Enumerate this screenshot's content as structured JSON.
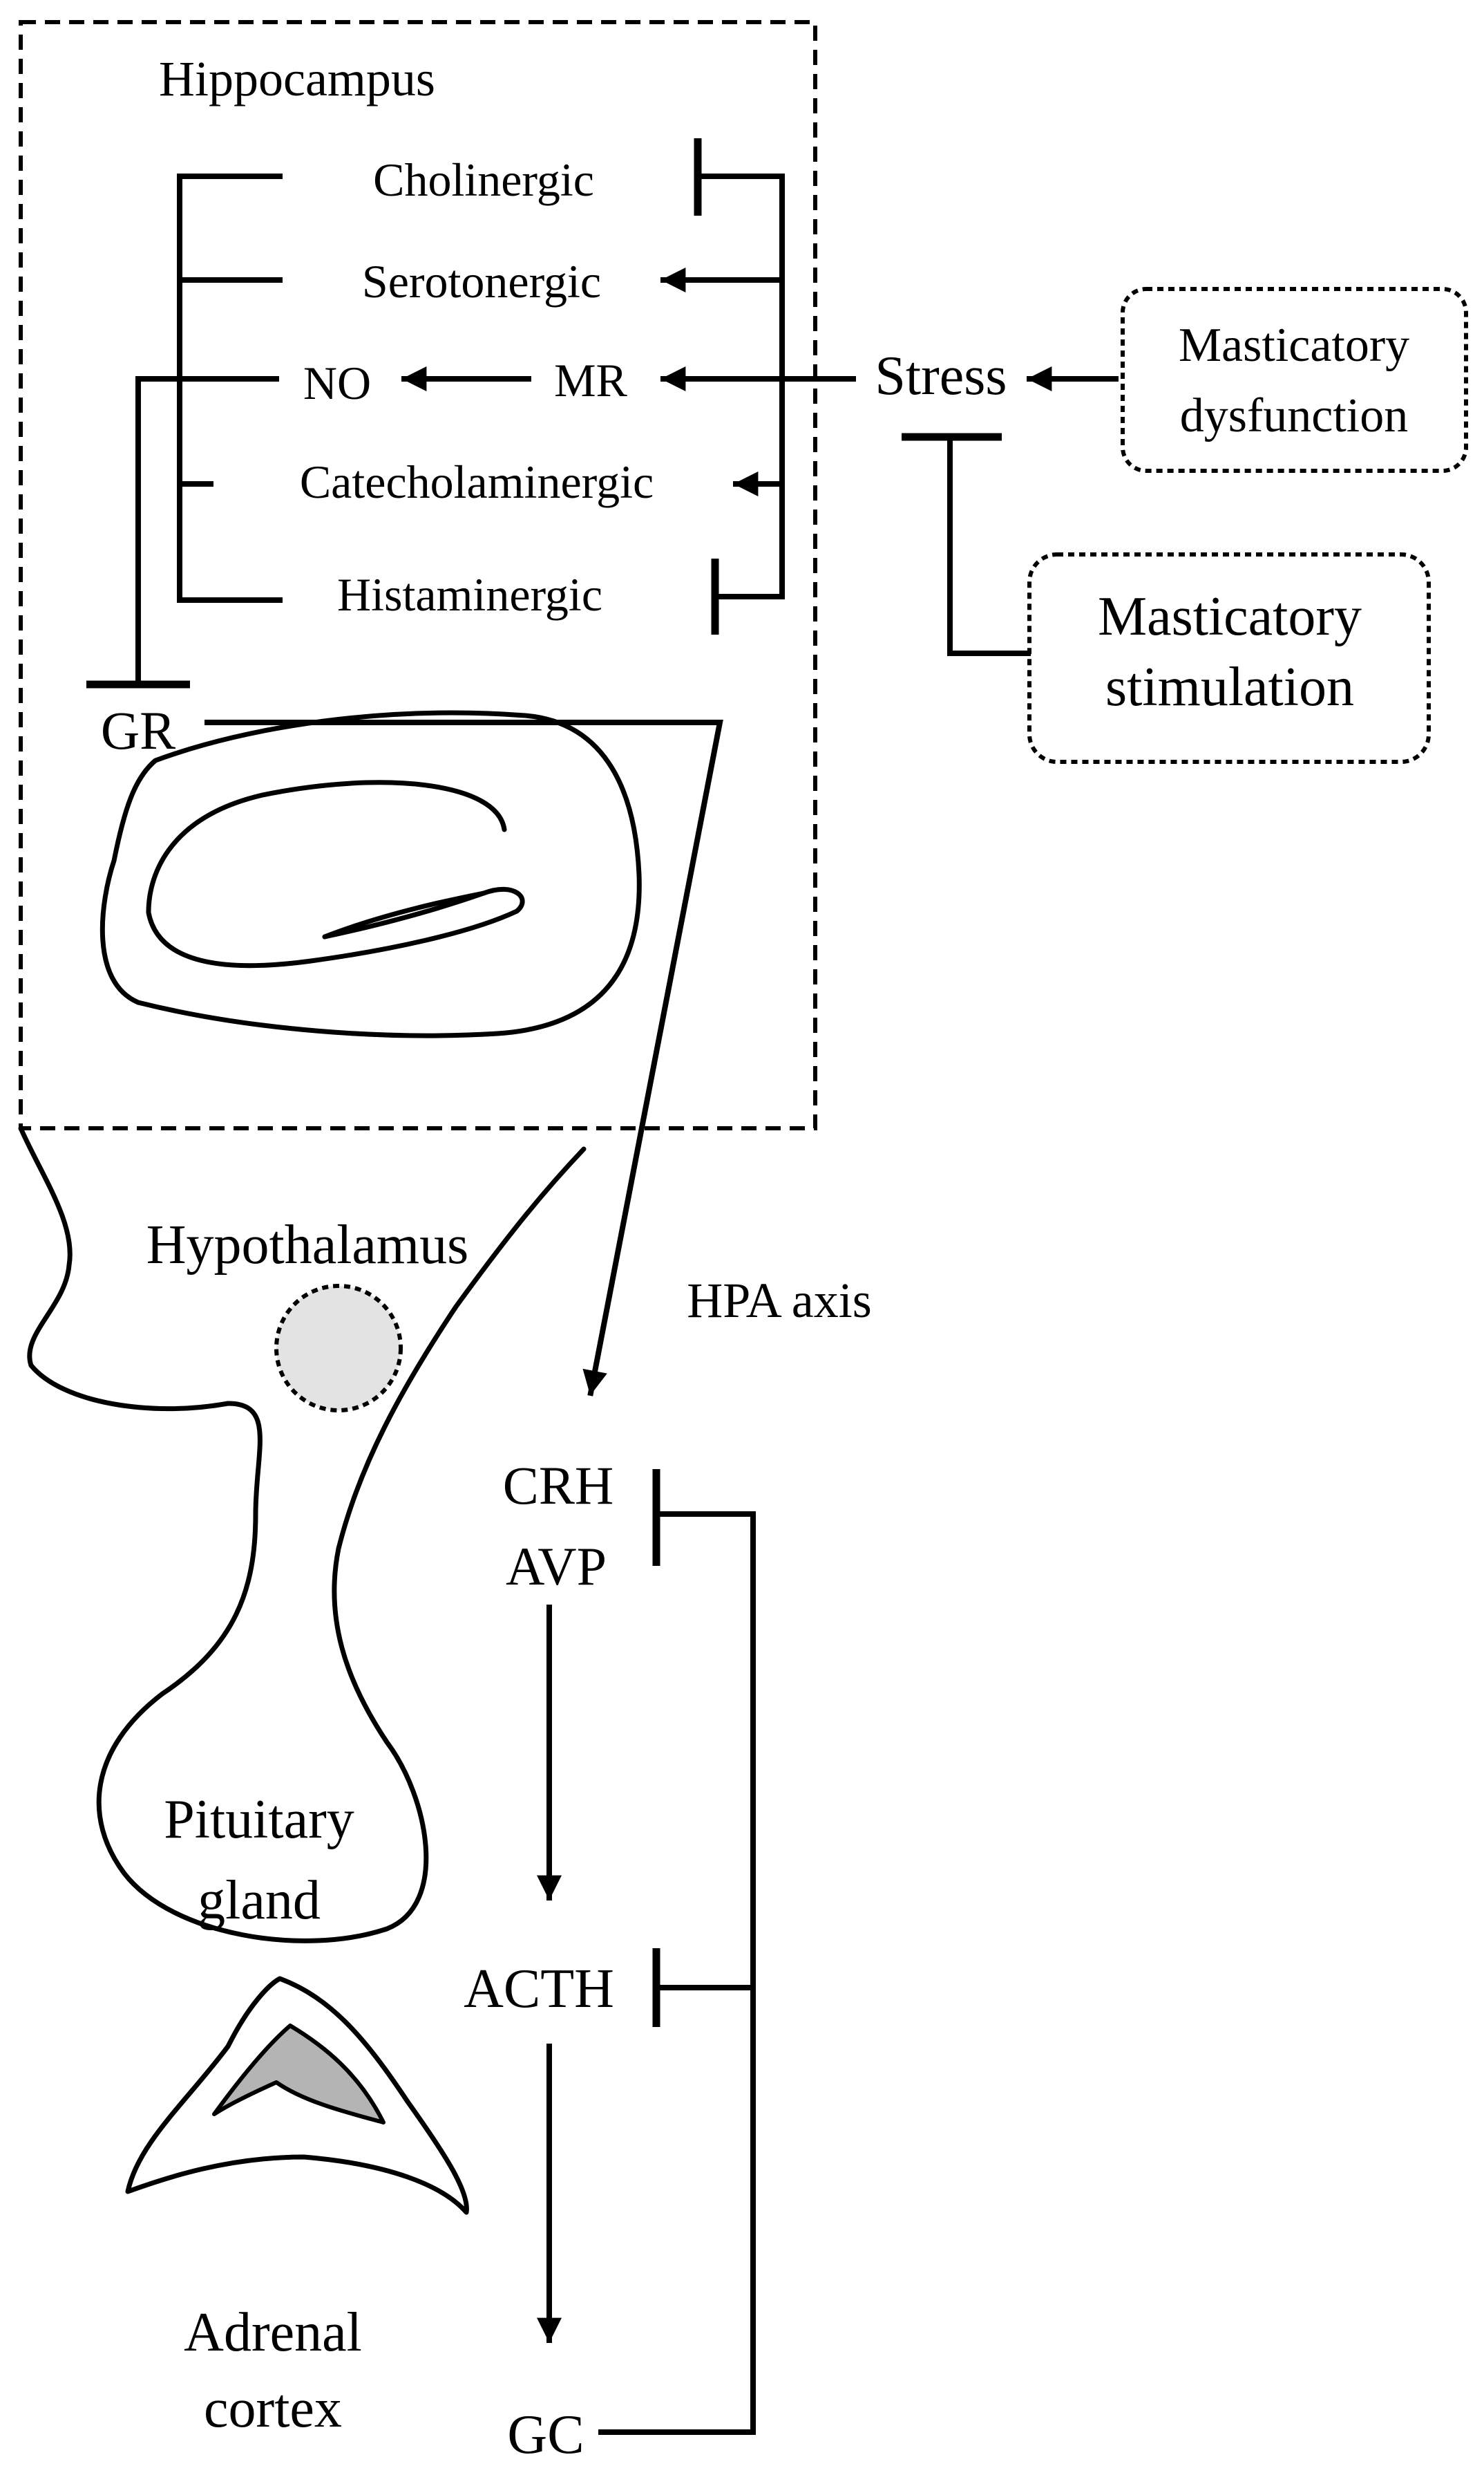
{
  "regions": {
    "hippocampus": "Hippocampus",
    "hypothalamus": "Hypothalamus",
    "pituitary": [
      "Pituitary",
      "gland"
    ],
    "adrenal": [
      "Adrenal",
      "cortex"
    ]
  },
  "neurotransmitters": {
    "cholinergic": "Cholinergic",
    "serotonergic": "Serotonergic",
    "no": "NO",
    "mr": "MR",
    "catecholaminergic": "Catecholaminergic",
    "histaminergic": "Histaminergic",
    "gr": "GR"
  },
  "stress": "Stress",
  "modulators": {
    "dysfunction": [
      "Masticatory",
      "dysfunction"
    ],
    "stimulation": [
      "Masticatory",
      "stimulation"
    ]
  },
  "hpa": {
    "axis_label": "HPA axis",
    "crh": "CRH",
    "avp": "AVP",
    "acth": "ACTH",
    "gc": "GC"
  },
  "colors": {
    "line": "#000000",
    "hypothalamus_nucleus": "#e3e3e3",
    "adrenal_medulla": "#b4b4b4"
  }
}
